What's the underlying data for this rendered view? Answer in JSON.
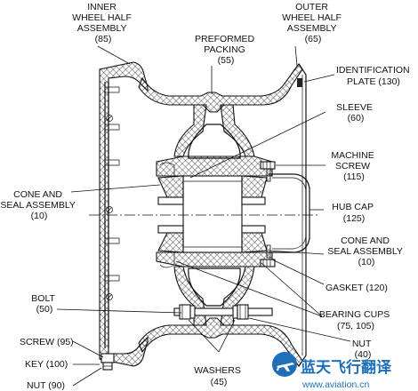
{
  "callouts": {
    "inner_wheel_half": [
      "INNER",
      "WHEEL HALF",
      "ASSEMBLY",
      "(85)"
    ],
    "outer_wheel_half": [
      "OUTER",
      "WHEEL HALF",
      "ASSEMBLY",
      "(65)"
    ],
    "preformed_packing": [
      "PREFORMED",
      "PACKING",
      "(55)"
    ],
    "identification_plate": [
      "IDENTIFICATION",
      "PLATE (130)"
    ],
    "sleeve": [
      "SLEEVE",
      "(60)"
    ],
    "machine_screw": [
      "MACHINE",
      "SCREW",
      "(115)"
    ],
    "cone_seal_left": [
      "CONE AND",
      "SEAL ASSEMBLY",
      "(10)"
    ],
    "hub_cap": [
      "HUB CAP",
      "(125)"
    ],
    "cone_seal_right": [
      "CONE AND",
      "SEAL ASSEMBLY",
      "(10)"
    ],
    "gasket": [
      "GASKET (120)"
    ],
    "bolt": [
      "BOLT",
      "(50)"
    ],
    "bearing_cups": [
      "BEARING CUPS",
      "(75, 105)"
    ],
    "nut_40": [
      "NUT",
      "(40)"
    ],
    "screw_95": [
      "SCREW (95)"
    ],
    "key_100": [
      "KEY (100)"
    ],
    "nut_90": [
      "NUT (90)"
    ],
    "washers": [
      "WASHERS",
      "(45)"
    ]
  },
  "watermark": {
    "title": "蓝天飞行翻译",
    "url": "www.aviation.cn"
  },
  "colors": {
    "line": "#111111",
    "watermark": "#1f6fb8"
  }
}
